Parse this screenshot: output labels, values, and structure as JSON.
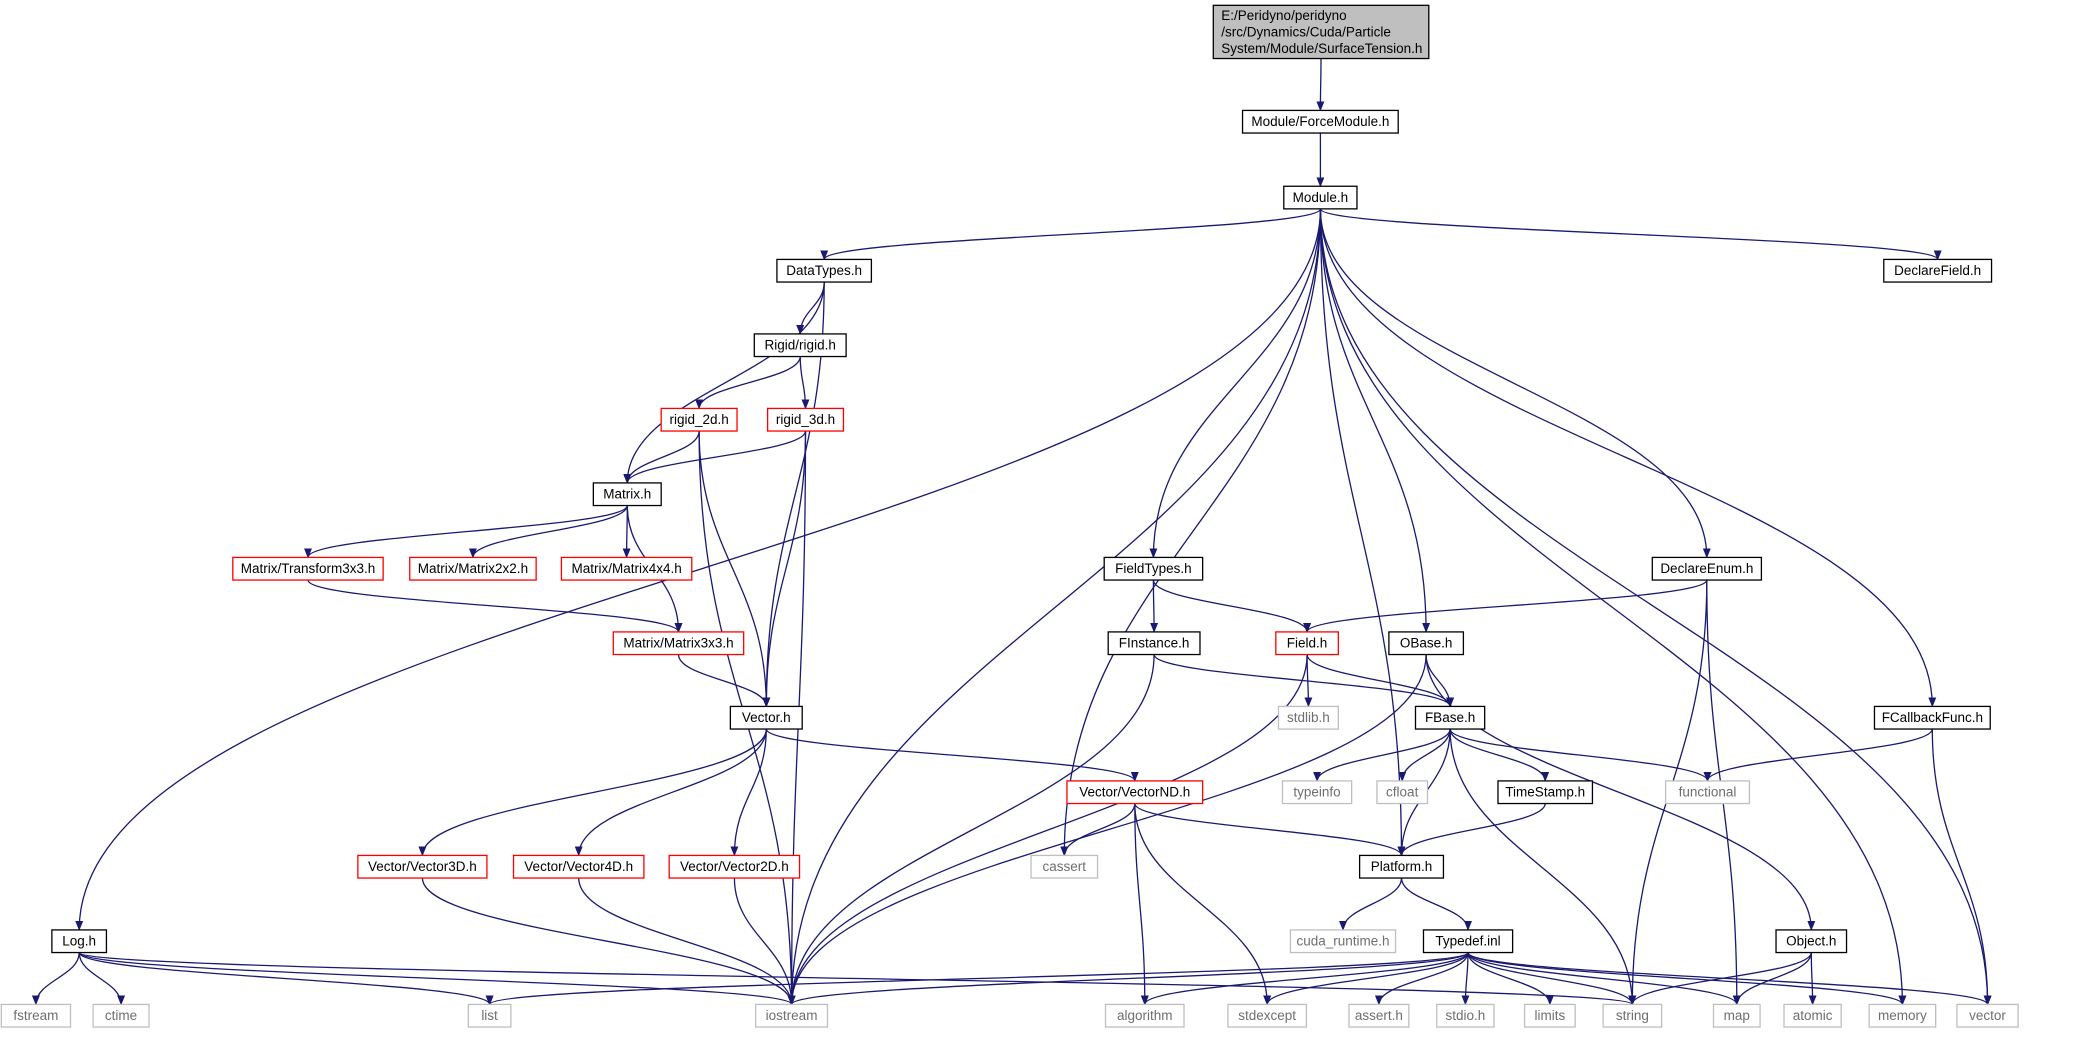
{
  "diagram": {
    "title_node": "E:/Peridyno/peridyno/src/Dynamics/Cuda/ParticleSystem/Module/SurfaceTension.h",
    "colors": {
      "edge": "#191970",
      "root_fill": "#bfbfbf",
      "normal_border": "#000000",
      "truncated_border": "#ff0000",
      "external_border": "#bfbfbf"
    },
    "nodes": [
      {
        "id": "root",
        "lines": [
          "E:/Peridyno/peridyno",
          "/src/Dynamics/Cuda/Particle",
          "System/Module/SurfaceTension.h"
        ],
        "kind": "root"
      },
      {
        "id": "forcemodule",
        "lines": [
          "Module/ForceModule.h"
        ],
        "kind": "normal"
      },
      {
        "id": "module",
        "lines": [
          "Module.h"
        ],
        "kind": "normal"
      },
      {
        "id": "datatypes",
        "lines": [
          "DataTypes.h"
        ],
        "kind": "normal"
      },
      {
        "id": "declarefield",
        "lines": [
          "DeclareField.h"
        ],
        "kind": "normal"
      },
      {
        "id": "rigid",
        "lines": [
          "Rigid/rigid.h"
        ],
        "kind": "normal"
      },
      {
        "id": "rigid2d",
        "lines": [
          "rigid_2d.h"
        ],
        "kind": "truncated"
      },
      {
        "id": "rigid3d",
        "lines": [
          "rigid_3d.h"
        ],
        "kind": "truncated"
      },
      {
        "id": "matrix",
        "lines": [
          "Matrix.h"
        ],
        "kind": "normal"
      },
      {
        "id": "transform3x3",
        "lines": [
          "Matrix/Transform3x3.h"
        ],
        "kind": "truncated"
      },
      {
        "id": "matrix2x2",
        "lines": [
          "Matrix/Matrix2x2.h"
        ],
        "kind": "truncated"
      },
      {
        "id": "matrix4x4",
        "lines": [
          "Matrix/Matrix4x4.h"
        ],
        "kind": "truncated"
      },
      {
        "id": "matrix3x3",
        "lines": [
          "Matrix/Matrix3x3.h"
        ],
        "kind": "truncated"
      },
      {
        "id": "fieldtypes",
        "lines": [
          "FieldTypes.h"
        ],
        "kind": "normal"
      },
      {
        "id": "declareenum",
        "lines": [
          "DeclareEnum.h"
        ],
        "kind": "normal"
      },
      {
        "id": "finstance",
        "lines": [
          "FInstance.h"
        ],
        "kind": "normal"
      },
      {
        "id": "field",
        "lines": [
          "Field.h"
        ],
        "kind": "truncated"
      },
      {
        "id": "obase",
        "lines": [
          "OBase.h"
        ],
        "kind": "normal"
      },
      {
        "id": "vector",
        "lines": [
          "Vector.h"
        ],
        "kind": "normal"
      },
      {
        "id": "stdlib",
        "lines": [
          "stdlib.h"
        ],
        "kind": "external"
      },
      {
        "id": "fbase",
        "lines": [
          "FBase.h"
        ],
        "kind": "normal"
      },
      {
        "id": "fcallback",
        "lines": [
          "FCallbackFunc.h"
        ],
        "kind": "normal"
      },
      {
        "id": "vectornd",
        "lines": [
          "Vector/VectorND.h"
        ],
        "kind": "truncated"
      },
      {
        "id": "typeinfo",
        "lines": [
          "typeinfo"
        ],
        "kind": "external"
      },
      {
        "id": "cfloat",
        "lines": [
          "cfloat"
        ],
        "kind": "external"
      },
      {
        "id": "timestamp",
        "lines": [
          "TimeStamp.h"
        ],
        "kind": "normal"
      },
      {
        "id": "functional",
        "lines": [
          "functional"
        ],
        "kind": "external"
      },
      {
        "id": "vector3d",
        "lines": [
          "Vector/Vector3D.h"
        ],
        "kind": "truncated"
      },
      {
        "id": "vector4d",
        "lines": [
          "Vector/Vector4D.h"
        ],
        "kind": "truncated"
      },
      {
        "id": "vector2d",
        "lines": [
          "Vector/Vector2D.h"
        ],
        "kind": "truncated"
      },
      {
        "id": "cassert",
        "lines": [
          "cassert"
        ],
        "kind": "external"
      },
      {
        "id": "platform",
        "lines": [
          "Platform.h"
        ],
        "kind": "normal"
      },
      {
        "id": "log",
        "lines": [
          "Log.h"
        ],
        "kind": "normal"
      },
      {
        "id": "cuda_runtime",
        "lines": [
          "cuda_runtime.h"
        ],
        "kind": "external"
      },
      {
        "id": "typedef",
        "lines": [
          "Typedef.inl"
        ],
        "kind": "normal"
      },
      {
        "id": "object",
        "lines": [
          "Object.h"
        ],
        "kind": "normal"
      },
      {
        "id": "fstream",
        "lines": [
          "fstream"
        ],
        "kind": "external"
      },
      {
        "id": "ctime",
        "lines": [
          "ctime"
        ],
        "kind": "external"
      },
      {
        "id": "list",
        "lines": [
          "list"
        ],
        "kind": "external"
      },
      {
        "id": "iostream",
        "lines": [
          "iostream"
        ],
        "kind": "external"
      },
      {
        "id": "algorithm",
        "lines": [
          "algorithm"
        ],
        "kind": "external"
      },
      {
        "id": "stdexcept",
        "lines": [
          "stdexcept"
        ],
        "kind": "external"
      },
      {
        "id": "assert",
        "lines": [
          "assert.h"
        ],
        "kind": "external"
      },
      {
        "id": "stdio",
        "lines": [
          "stdio.h"
        ],
        "kind": "external"
      },
      {
        "id": "limits",
        "lines": [
          "limits"
        ],
        "kind": "external"
      },
      {
        "id": "string",
        "lines": [
          "string"
        ],
        "kind": "external"
      },
      {
        "id": "map",
        "lines": [
          "map"
        ],
        "kind": "external"
      },
      {
        "id": "atomic",
        "lines": [
          "atomic"
        ],
        "kind": "external"
      },
      {
        "id": "memory",
        "lines": [
          "memory"
        ],
        "kind": "external"
      },
      {
        "id": "vectorstd",
        "lines": [
          "vector"
        ],
        "kind": "external"
      }
    ],
    "edges": [
      [
        "root",
        "forcemodule"
      ],
      [
        "forcemodule",
        "module"
      ],
      [
        "module",
        "log"
      ],
      [
        "module",
        "datatypes"
      ],
      [
        "module",
        "iostream"
      ],
      [
        "module",
        "cassert"
      ],
      [
        "module",
        "fieldtypes"
      ],
      [
        "module",
        "platform"
      ],
      [
        "module",
        "obase"
      ],
      [
        "module",
        "declareenum"
      ],
      [
        "module",
        "fcallback"
      ],
      [
        "module",
        "declarefield"
      ],
      [
        "module",
        "memory"
      ],
      [
        "module",
        "vectorstd"
      ],
      [
        "datatypes",
        "rigid"
      ],
      [
        "datatypes",
        "matrix"
      ],
      [
        "datatypes",
        "vector"
      ],
      [
        "rigid",
        "rigid2d"
      ],
      [
        "rigid",
        "rigid3d"
      ],
      [
        "rigid2d",
        "matrix"
      ],
      [
        "rigid2d",
        "vector"
      ],
      [
        "rigid2d",
        "iostream"
      ],
      [
        "rigid3d",
        "matrix"
      ],
      [
        "rigid3d",
        "vector"
      ],
      [
        "rigid3d",
        "iostream"
      ],
      [
        "matrix",
        "transform3x3"
      ],
      [
        "matrix",
        "matrix2x2"
      ],
      [
        "matrix",
        "matrix4x4"
      ],
      [
        "matrix",
        "matrix3x3"
      ],
      [
        "transform3x3",
        "matrix3x3"
      ],
      [
        "matrix3x3",
        "vector"
      ],
      [
        "vector",
        "vector3d"
      ],
      [
        "vector",
        "vector4d"
      ],
      [
        "vector",
        "vector2d"
      ],
      [
        "vector",
        "vectornd"
      ],
      [
        "vector3d",
        "iostream"
      ],
      [
        "vector4d",
        "iostream"
      ],
      [
        "vector2d",
        "iostream"
      ],
      [
        "vectornd",
        "cassert"
      ],
      [
        "vectornd",
        "algorithm"
      ],
      [
        "vectornd",
        "stdexcept"
      ],
      [
        "vectornd",
        "platform"
      ],
      [
        "fieldtypes",
        "finstance"
      ],
      [
        "fieldtypes",
        "field"
      ],
      [
        "declareenum",
        "field"
      ],
      [
        "declareenum",
        "string"
      ],
      [
        "declareenum",
        "map"
      ],
      [
        "finstance",
        "iostream"
      ],
      [
        "finstance",
        "fbase"
      ],
      [
        "field",
        "stdlib"
      ],
      [
        "field",
        "fbase"
      ],
      [
        "field",
        "iostream"
      ],
      [
        "obase",
        "fbase"
      ],
      [
        "obase",
        "iostream"
      ],
      [
        "obase",
        "object"
      ],
      [
        "fbase",
        "typeinfo"
      ],
      [
        "fbase",
        "cfloat"
      ],
      [
        "fbase",
        "timestamp"
      ],
      [
        "fbase",
        "functional"
      ],
      [
        "fbase",
        "platform"
      ],
      [
        "fbase",
        "string"
      ],
      [
        "timestamp",
        "platform"
      ],
      [
        "fcallback",
        "functional"
      ],
      [
        "fcallback",
        "vectorstd"
      ],
      [
        "platform",
        "cuda_runtime"
      ],
      [
        "platform",
        "typedef"
      ],
      [
        "typedef",
        "list"
      ],
      [
        "typedef",
        "iostream"
      ],
      [
        "typedef",
        "algorithm"
      ],
      [
        "typedef",
        "stdexcept"
      ],
      [
        "typedef",
        "assert"
      ],
      [
        "typedef",
        "stdio"
      ],
      [
        "typedef",
        "limits"
      ],
      [
        "typedef",
        "string"
      ],
      [
        "typedef",
        "map"
      ],
      [
        "typedef",
        "memory"
      ],
      [
        "typedef",
        "vectorstd"
      ],
      [
        "object",
        "string"
      ],
      [
        "object",
        "map"
      ],
      [
        "object",
        "atomic"
      ],
      [
        "log",
        "fstream"
      ],
      [
        "log",
        "ctime"
      ],
      [
        "log",
        "list"
      ],
      [
        "log",
        "iostream"
      ],
      [
        "log",
        "string"
      ]
    ]
  }
}
